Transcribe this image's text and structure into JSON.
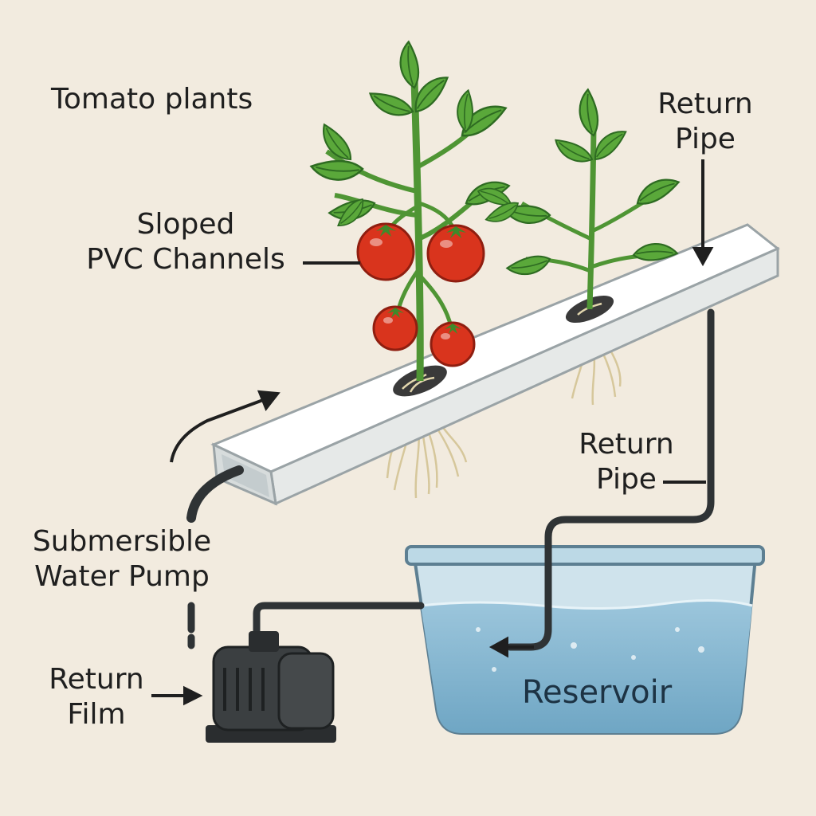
{
  "labels": {
    "tomato_plants": "Tomato plants",
    "return_pipe_top": [
      "Return",
      "Pipe"
    ],
    "sloped_channels": [
      "Sloped",
      "PVC Channels"
    ],
    "return_pipe_mid": [
      "Return",
      "Pipe"
    ],
    "pump": [
      "Submersible",
      "Water Pump"
    ],
    "return_film": [
      "Return",
      "Film"
    ],
    "reservoir": "Reservoir"
  },
  "colors": {
    "background": "#f2ebdf",
    "pvc": "#f3f4f2",
    "leaf": "#5aa83a",
    "stem": "#4f9534",
    "tomato": "#d9341d",
    "water": "#86b6d1",
    "tank": "#bcd9e6",
    "pipe": "#2f3335",
    "pump": "#3b3f41",
    "roots": "#d6c79b"
  }
}
